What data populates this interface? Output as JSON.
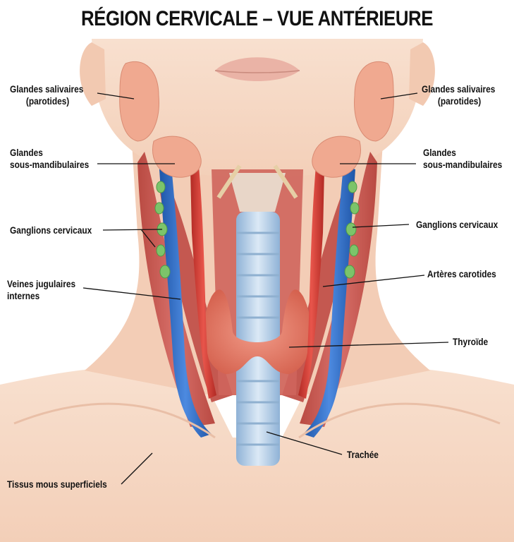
{
  "title": "RÉGION CERVICALE – VUE ANTÉRIEURE",
  "labels": {
    "parotid_left_1": "Glandes salivaires",
    "parotid_left_2": "(parotides)",
    "parotid_right_1": "Glandes salivaires",
    "parotid_right_2": "(parotides)",
    "submand_left_1": "Glandes",
    "submand_left_2": "sous-mandibulaires",
    "submand_right_1": "Glandes",
    "submand_right_2": "sous-mandibulaires",
    "nodes_left": "Ganglions cervicaux",
    "nodes_right": "Ganglions cervicaux",
    "jugular_1": "Veines jugulaires",
    "jugular_2": "internes",
    "carotid": "Artères carotides",
    "thyroid": "Thyroïde",
    "trachea": "Trachée",
    "soft_tissue": "Tissus mous superficiels"
  },
  "colors": {
    "skin": "#f6d9c6",
    "muscle": "#c8574e",
    "vein": "#2f6fc4",
    "artery": "#d23a32",
    "thyroid": "#e9806f",
    "trachea": "#b9d3ea",
    "lymph": "#7cc46a",
    "gland": "#f0a990"
  }
}
